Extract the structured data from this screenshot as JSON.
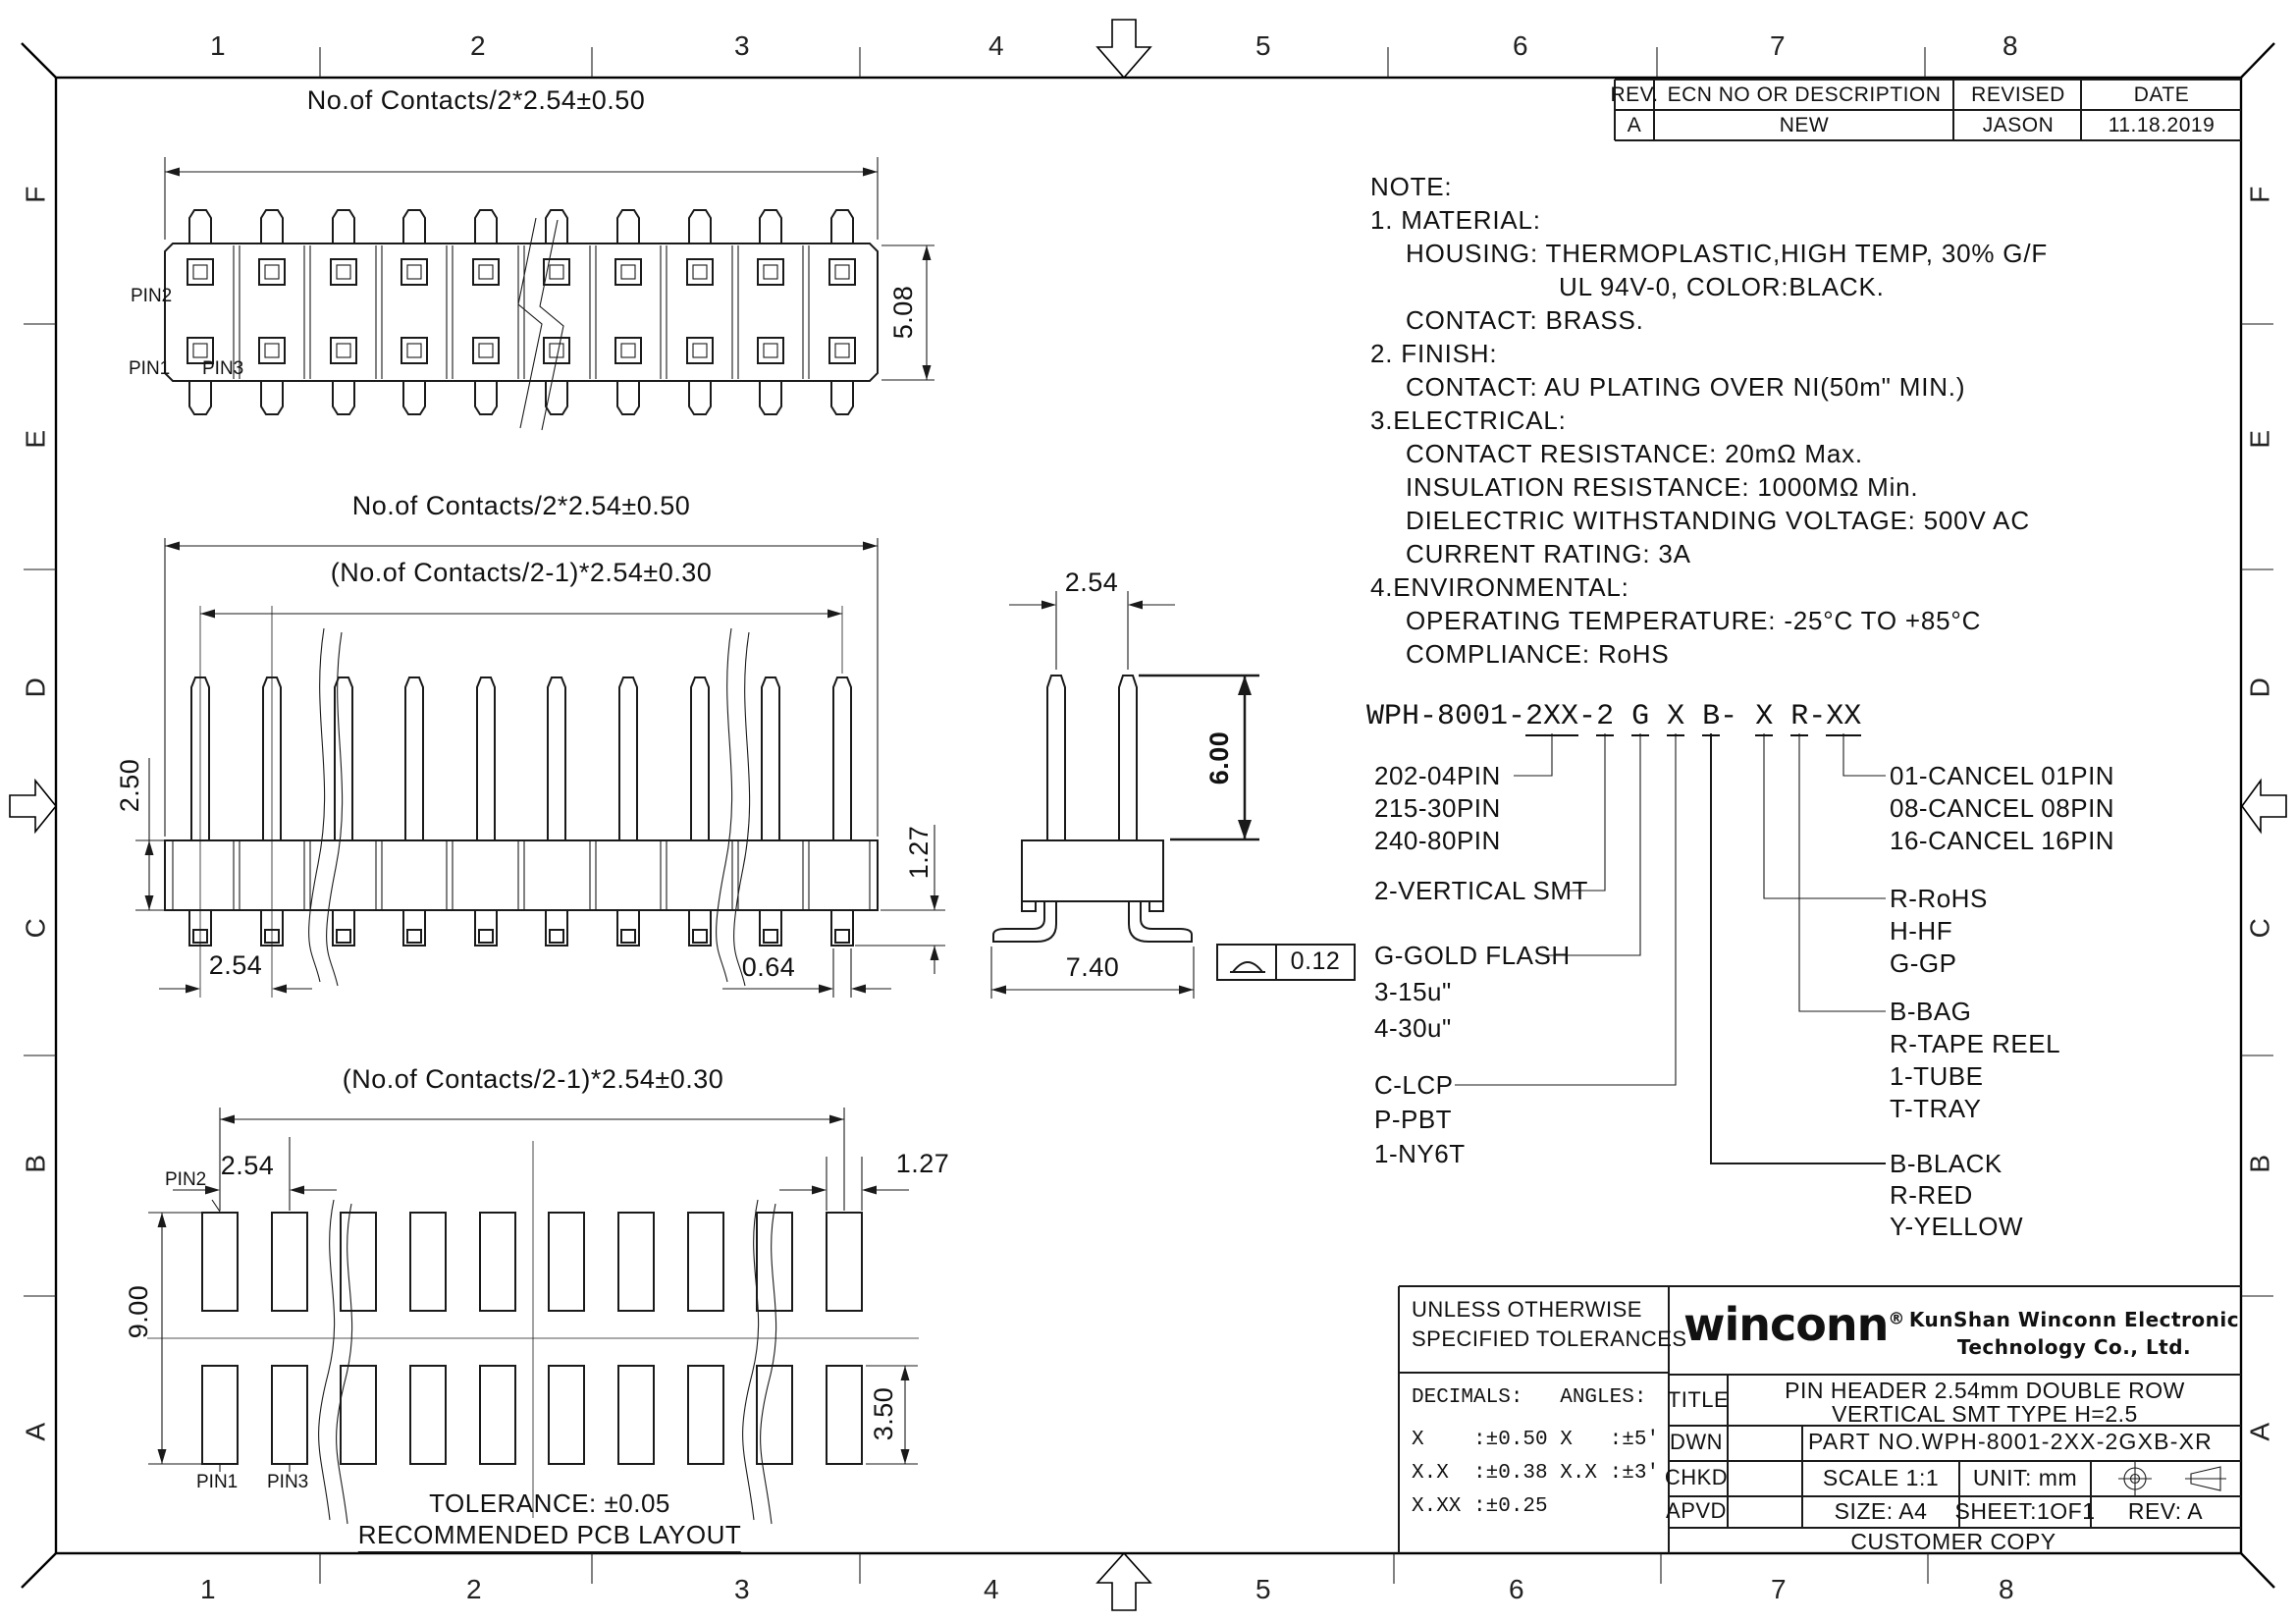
{
  "zones": {
    "top": [
      "1",
      "2",
      "3",
      "4",
      "5",
      "6",
      "7",
      "8"
    ],
    "bottom": [
      "1",
      "2",
      "3",
      "4",
      "5",
      "6",
      "7",
      "8"
    ],
    "left": [
      "F",
      "E",
      "D",
      "C",
      "B",
      "A"
    ],
    "right": [
      "F",
      "E",
      "D",
      "C",
      "B",
      "A"
    ]
  },
  "revision_table": {
    "headers": [
      "REV.",
      "ECN NO OR DESCRIPTION",
      "REVISED",
      "DATE"
    ],
    "row": {
      "rev": "A",
      "description": "NEW",
      "revised": "JASON",
      "date": "11.18.2019"
    }
  },
  "notes": {
    "lines": [
      "NOTE:",
      "1. MATERIAL:",
      "HOUSING: THERMOPLASTIC,HIGH TEMP, 30% G/F",
      "UL 94V-0, COLOR:BLACK.",
      "CONTACT: BRASS.",
      "2. FINISH:",
      "CONTACT: AU PLATING OVER NI(50m\" MIN.)",
      "3.ELECTRICAL:",
      "CONTACT RESISTANCE: 20mΩ Max.",
      "INSULATION RESISTANCE: 1000MΩ Min.",
      "DIELECTRIC WITHSTANDING VOLTAGE: 500V AC",
      "CURRENT RATING: 3A",
      "4.ENVIRONMENTAL:",
      "OPERATING TEMPERATURE: -25°C TO +85°C",
      "COMPLIANCE: RoHS"
    ]
  },
  "part_code": {
    "segments": [
      "WPH-8001-",
      "2XX",
      "-",
      "2",
      " ",
      "G",
      " ",
      "X",
      " ",
      "B",
      "-",
      " ",
      "X",
      " ",
      "R",
      "-",
      "XX"
    ]
  },
  "part_options": {
    "left": [
      "202-04PIN",
      "215-30PIN",
      "240-80PIN",
      "2-VERTICAL SMT",
      "G-GOLD FLASH",
      "3-15u\"",
      "4-30u\"",
      "C-LCP",
      "P-PBT",
      "1-NY6T"
    ],
    "right": [
      "01-CANCEL 01PIN",
      "08-CANCEL 08PIN",
      "16-CANCEL 16PIN",
      "R-RoHS",
      "H-HF",
      "G-GP",
      "B-BAG",
      "R-TAPE REEL",
      "1-TUBE",
      "T-TRAY",
      "B-BLACK",
      "R-RED",
      "Y-YELLOW"
    ]
  },
  "views": {
    "v1": {
      "dim_width": "No.of Contacts/2*2.54±0.50",
      "dim_height": "5.08",
      "pin1": "PIN1",
      "pin2": "PIN2",
      "pin3": "PIN3"
    },
    "v2": {
      "dim_width": "No.of Contacts/2*2.54±0.50",
      "dim_inner": "(No.of Contacts/2-1)*2.54±0.30",
      "dim_body": "2.50",
      "dim_pitch": "2.54",
      "dim_pin": "0.64",
      "dim_foot": "1.27"
    },
    "v3": {
      "dim_pitch": "2.54",
      "dim_height": "6.00",
      "dim_width": "7.40",
      "flatness": "0.12"
    },
    "v4": {
      "dim_inner": "(No.of Contacts/2-1)*2.54±0.30",
      "dim_pitch": "2.54",
      "dim_pad_w": "1.27",
      "dim_height": "9.00",
      "dim_pad_h": "3.50",
      "pin1": "PIN1",
      "pin2": "PIN2",
      "pin3": "PIN3",
      "tolerance": "TOLERANCE: ±0.05",
      "caption": "RECOMMENDED PCB LAYOUT"
    }
  },
  "title_block": {
    "tol_line1": "UNLESS OTHERWISE",
    "tol_line2": "SPECIFIED TOLERANCES",
    "tol_header": "DECIMALS:   ANGLES:",
    "tol_rows": [
      "X    :±0.50 X   :±5'",
      "X.X  :±0.38 X.X :±3'",
      "X.XX :±0.25"
    ],
    "logo": "winconn",
    "logo_reg": "®",
    "company_line1": "KunShan Winconn Electronic",
    "company_line2": "Technology Co., Ltd.",
    "title_label": "TITLE",
    "title_line1": "PIN HEADER 2.54mm DOUBLE ROW",
    "title_line2": "VERTICAL SMT TYPE H=2.5",
    "dwn_label": "DWN",
    "part_no": "PART NO.WPH-8001-2XX-2GXB-XR",
    "chkd_label": "CHKD",
    "scale": "SCALE 1:1",
    "unit": "UNIT: mm",
    "apvd_label": "APVD",
    "size": "SIZE: A4",
    "sheet": "SHEET:1OF1",
    "rev": "REV: A",
    "footer": "CUSTOMER COPY"
  }
}
